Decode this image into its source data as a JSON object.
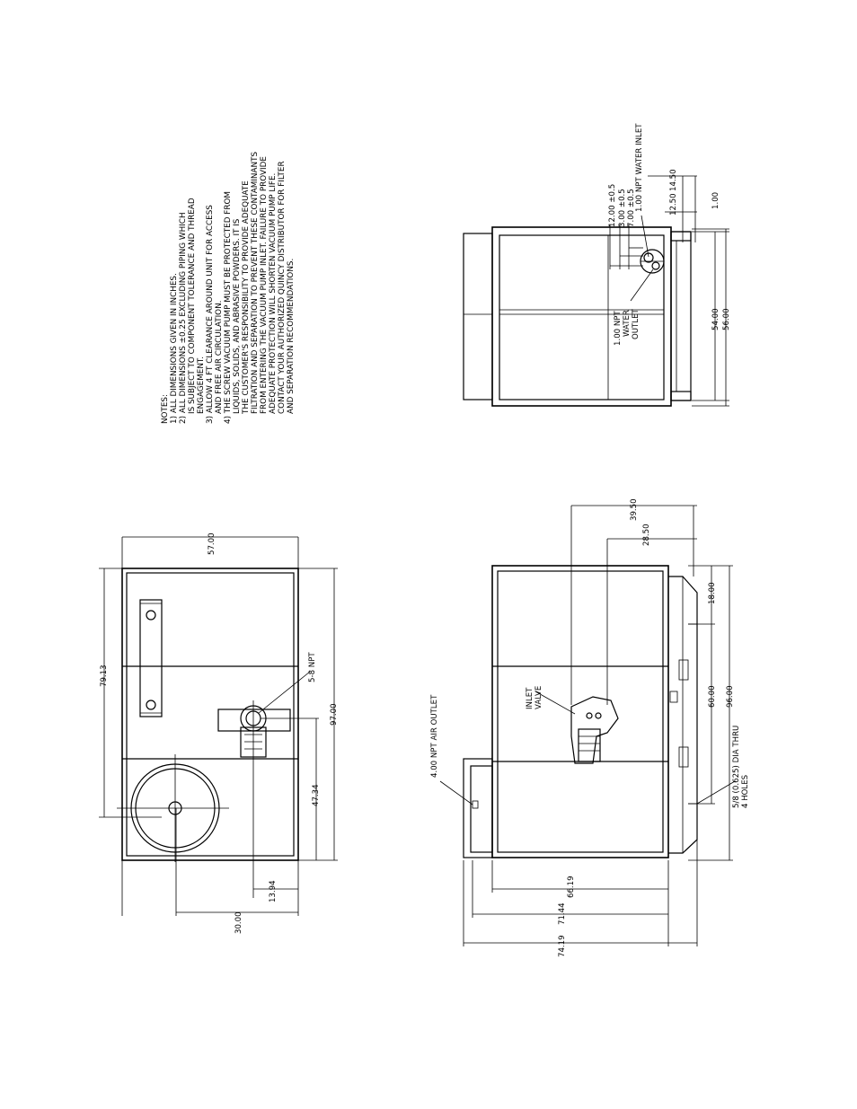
{
  "notes": [
    "NOTES:",
    "1) ALL DIMENSIONS GIVEN IN INCHES.",
    "2) ALL DIMENSIONS ±0.25 EXCLUDING PIPING WHICH",
    "IS SUBJECT TO COMPONENT TOLERANCE AND THREAD",
    "ENGAGEMENT.",
    "3) ALLOW 4 FT CLEARANCE AROUND UNIT FOR ACCESS",
    "AND FREE AIR CIRCULATION.",
    "4) THE SCREW VACUUM PUMP MUST BE PROTECTED FROM",
    "LIQUIDS, SOLIDS, AND ABRASIVE POWDERS. IT IS",
    "THE CUSTOMER'S RESPONSIBILITY TO PROVIDE ADEQUATE",
    "FILTRATION AND SEPARATION TO PREVENT THESE CONTAMINANTS",
    "FROM ENTERING THE VACUUM PUMP INLET. FAILURE TO PROVIDE",
    "ADEQUATE PROTECTION WILL SHORTEN VACUUM PUMP LIFE.",
    "CONTACT YOUR AUTHORIZED QUINCY DISTRIBUTOR FOR FILTER",
    "AND SEPARATION RECOMMENDATIONS."
  ],
  "right_view": {
    "dim_12": "12.00 ±0.5",
    "dim_3": "3.00 ±0.5",
    "dim_7": "7.00 ±0.5",
    "water_inlet": "1.00 NPT WATER INLET",
    "dim_1450": "14.50",
    "dim_1250": "12.50",
    "dim_1": "1.00",
    "dim_54": "54.00",
    "dim_56": "56.00",
    "water_outlet_l1": "1.00 NPT",
    "water_outlet_l2": "WATER",
    "water_outlet_l3": "OUTLET"
  },
  "top_view": {
    "dim_57": "57.00",
    "dim_7913": "79.13",
    "npt_58": "5-8 NPT",
    "dim_97": "97.00",
    "dim_4734": "47.34",
    "dim_1394": "13.94",
    "dim_30": "30.00"
  },
  "front_view": {
    "dim_3950": "39.50",
    "dim_2850": "28.50",
    "dim_18": "18.00",
    "dim_60": "60.00",
    "dim_96": "96.00",
    "holes_l1": "5/8 (0.625) DIA THRU",
    "holes_l2": "4 HOLES",
    "air_outlet": "4.00 NPT AIR OUTLET",
    "inlet_l1": "INLET",
    "inlet_l2": "VALVE",
    "dim_6619": "66.19",
    "dim_7144": "71.44",
    "dim_7419": "74.19"
  }
}
